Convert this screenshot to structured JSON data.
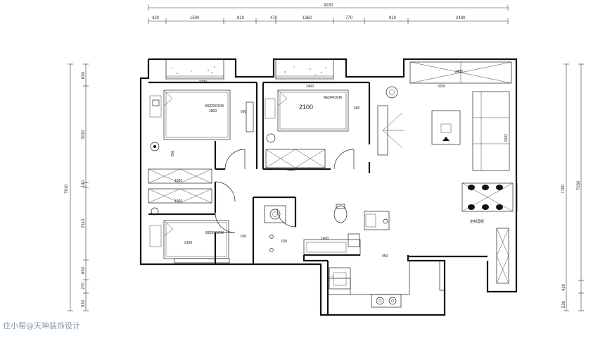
{
  "top_dims": {
    "total": "9230",
    "segments": [
      "420",
      "1500",
      "810",
      "470",
      "1360",
      "770",
      "910",
      "2480"
    ]
  },
  "left_dims": {
    "total": "7610",
    "segments": [
      "690",
      "3030",
      "140",
      "2310",
      "650",
      "270",
      "530"
    ]
  },
  "right_dims": {
    "total": "7190",
    "inner": "7030",
    "segments": [
      "420",
      "530"
    ]
  },
  "interior_labels": {
    "balcony_left_width": "2790",
    "balcony_right_width": "2480",
    "bedroom1_bed": "1800",
    "bedroom1_side": "690",
    "bedroom1_wardrobe_depth": "600",
    "bedroom2_width": "2400",
    "bedroom2_ceiling": "2100",
    "bedroom2_side": "500",
    "bedroom2_wardrobe": "1800",
    "living_width": "3290",
    "sofa_length": "2000",
    "closet_upper": "1500",
    "closet_lower": "1500",
    "bedroom3_bed": "2100",
    "bedroom3_side": "690",
    "bath_vanity": "1400",
    "bath_small": "630",
    "kitchen_width": "950",
    "custom_cabinet": "定制酒柜"
  },
  "watermark": "住小帮@天坤装饰设计"
}
